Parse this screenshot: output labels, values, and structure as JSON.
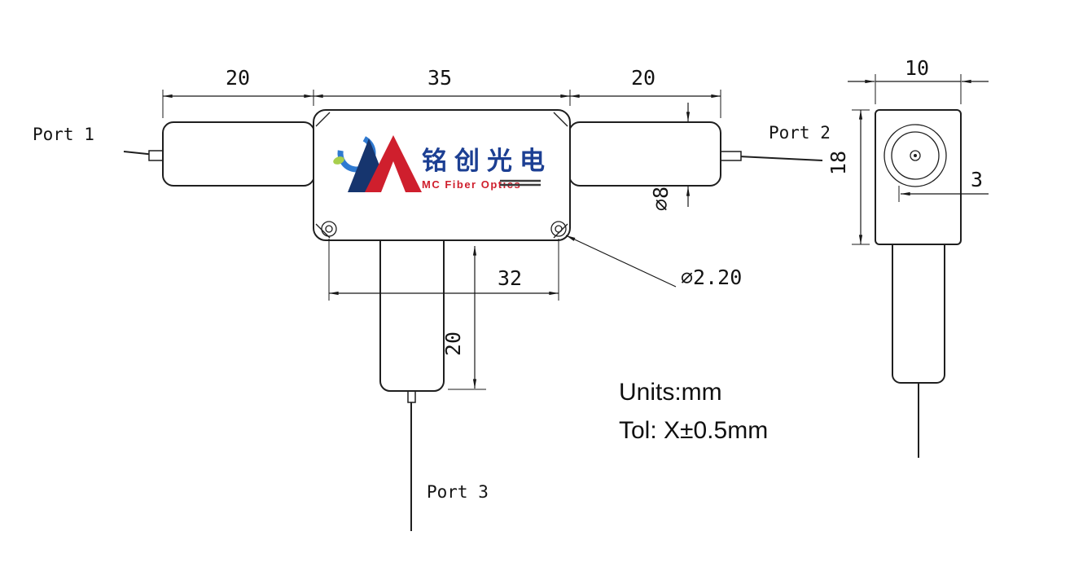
{
  "logo": {
    "chinese_name": "铭创光电",
    "english_name": "MC Fiber Optics"
  },
  "front_view": {
    "port1_label": "Port 1",
    "port2_label": "Port 2",
    "port3_label": "Port 3",
    "dim_left_tube_length": "20",
    "dim_body_length": "35",
    "dim_right_tube_length": "20",
    "dim_tube_diameter": "⌀8",
    "dim_hole_spacing": "32",
    "dim_bottom_tube_length": "20",
    "dim_hole_diameter": "⌀2.20"
  },
  "side_view": {
    "dim_width": "10",
    "dim_height": "18",
    "dim_offset": "3"
  },
  "notes": {
    "units": "Units:mm",
    "tolerance": "Tol: X±0.5mm"
  },
  "colors": {
    "line": "#1a1a1a",
    "logo_navy": "#16356e",
    "logo_red": "#cf1f2d",
    "logo_light_blue": "#2f7ad1",
    "logo_green": "#a8cf4d",
    "logo_text_blue": "#1c3f93",
    "logo_underline": "#3a3a3a"
  }
}
